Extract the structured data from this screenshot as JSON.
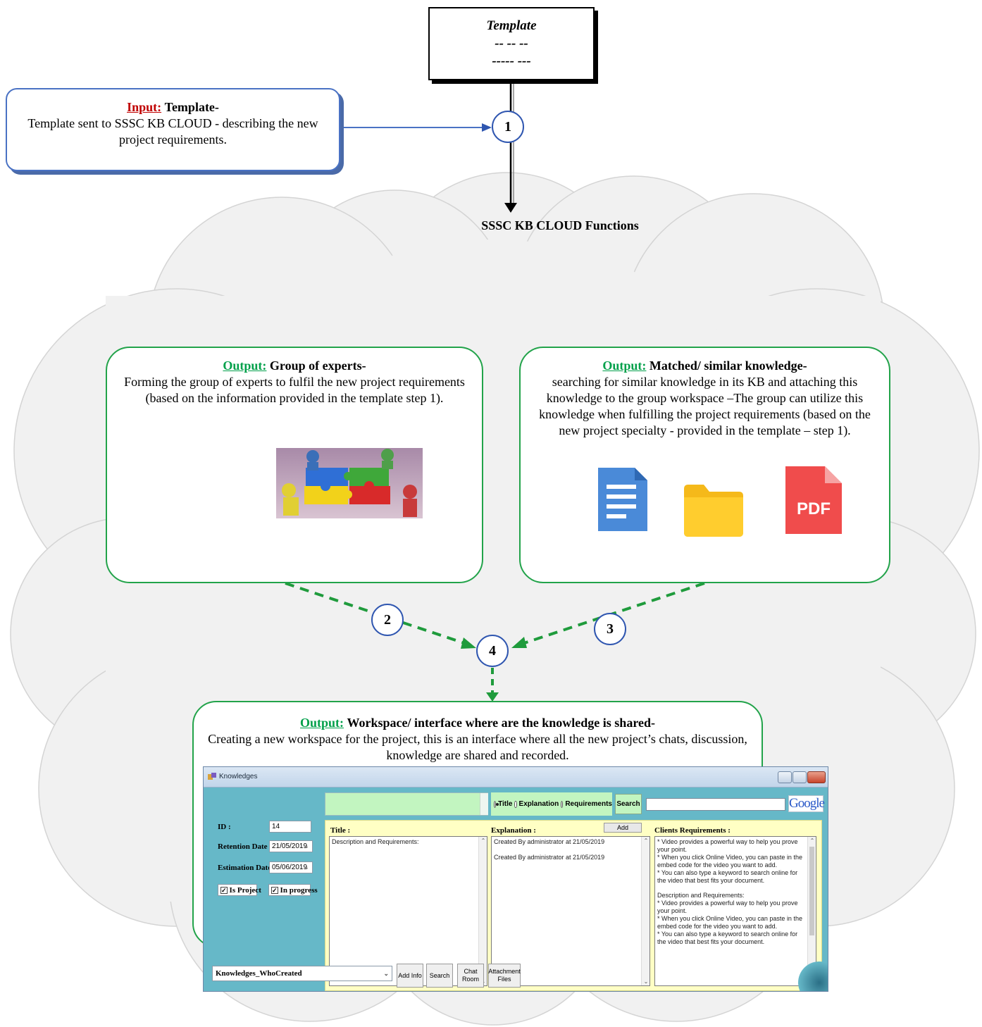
{
  "template_box": {
    "title": "Template",
    "line2": "-- -- --",
    "line3": "----- ---"
  },
  "input_box": {
    "key": "Input:",
    "heading": "Template-",
    "text": "Template sent to SSSC KB CLOUD - describing the new project requirements."
  },
  "steps": {
    "s1": "1",
    "s2": "2",
    "s3": "3",
    "s4": "4"
  },
  "cloud_title": "SSSC KB CLOUD Functions",
  "box_experts": {
    "key": "Output:",
    "heading": "Group of experts-",
    "text": "Forming the group of experts to fulfil the new project requirements (based on the information provided in the template step 1)."
  },
  "box_knowledge": {
    "key": "Output:",
    "heading": "Matched/ similar knowledge-",
    "text": "searching for similar knowledge in its KB and attaching this knowledge to the group workspace –The group can utilize this knowledge when fulfilling the project requirements (based on the new project specialty - provided in the template – step 1).",
    "pdf_label": "PDF"
  },
  "box_workspace": {
    "key": "Output:",
    "heading": "Workspace/ interface where are the knowledge is shared-",
    "text": "Creating a new workspace for the project, this is an interface where all the new project’s chats, discussion, knowledge are shared and recorded."
  },
  "app": {
    "window_title": "Knowledges",
    "radio_title": "Title",
    "radio_explanation": "Explanation",
    "radio_requirements": "Requirements",
    "search_button": "Search",
    "google": "Google",
    "id_label": "ID :",
    "id_value": "14",
    "retention_label": "Retention Date :",
    "retention_value": "21/05/2019",
    "estimation_label": "Estimation Date :",
    "estimation_value": "05/06/2019",
    "is_project": "Is Project",
    "in_progress": "In progress",
    "title_label": "Title :",
    "title_text": "Description and Requirements:",
    "explanation_label": "Explanation :",
    "add_button": "Add",
    "explanation_line1": "Created By administrator at 21/05/2019",
    "explanation_line2": "Created By administrator at 21/05/2019",
    "clients_label": "Clients Requirements :",
    "clients_p1": "* Video provides a powerful way to help you prove your point.\n* When you click Online Video, you can paste in the embed code for the video you want to add.\n* You can also type a keyword to search online for the video that best fits your document.",
    "clients_p2_title": "Description and Requirements:",
    "clients_p2": "* Video provides a powerful way to help you prove your point.\n* When you click Online Video, you can paste in the embed code for the video you want to add.\n* You can also type a keyword to search online for the video that best fits your document.",
    "combo_value": "Knowledges_WhoCreated",
    "btn_add_info": "Add Info",
    "btn_search": "Search",
    "btn_chat": "Chat Room",
    "btn_attach": "Attachment Files"
  },
  "colors": {
    "input_border": "#4a72c4",
    "green_border": "#22a34a",
    "input_key": "#c00000",
    "output_key": "#00a04a",
    "cloud_fill": "#f1f1f1",
    "app_bg": "#66b8c8"
  }
}
